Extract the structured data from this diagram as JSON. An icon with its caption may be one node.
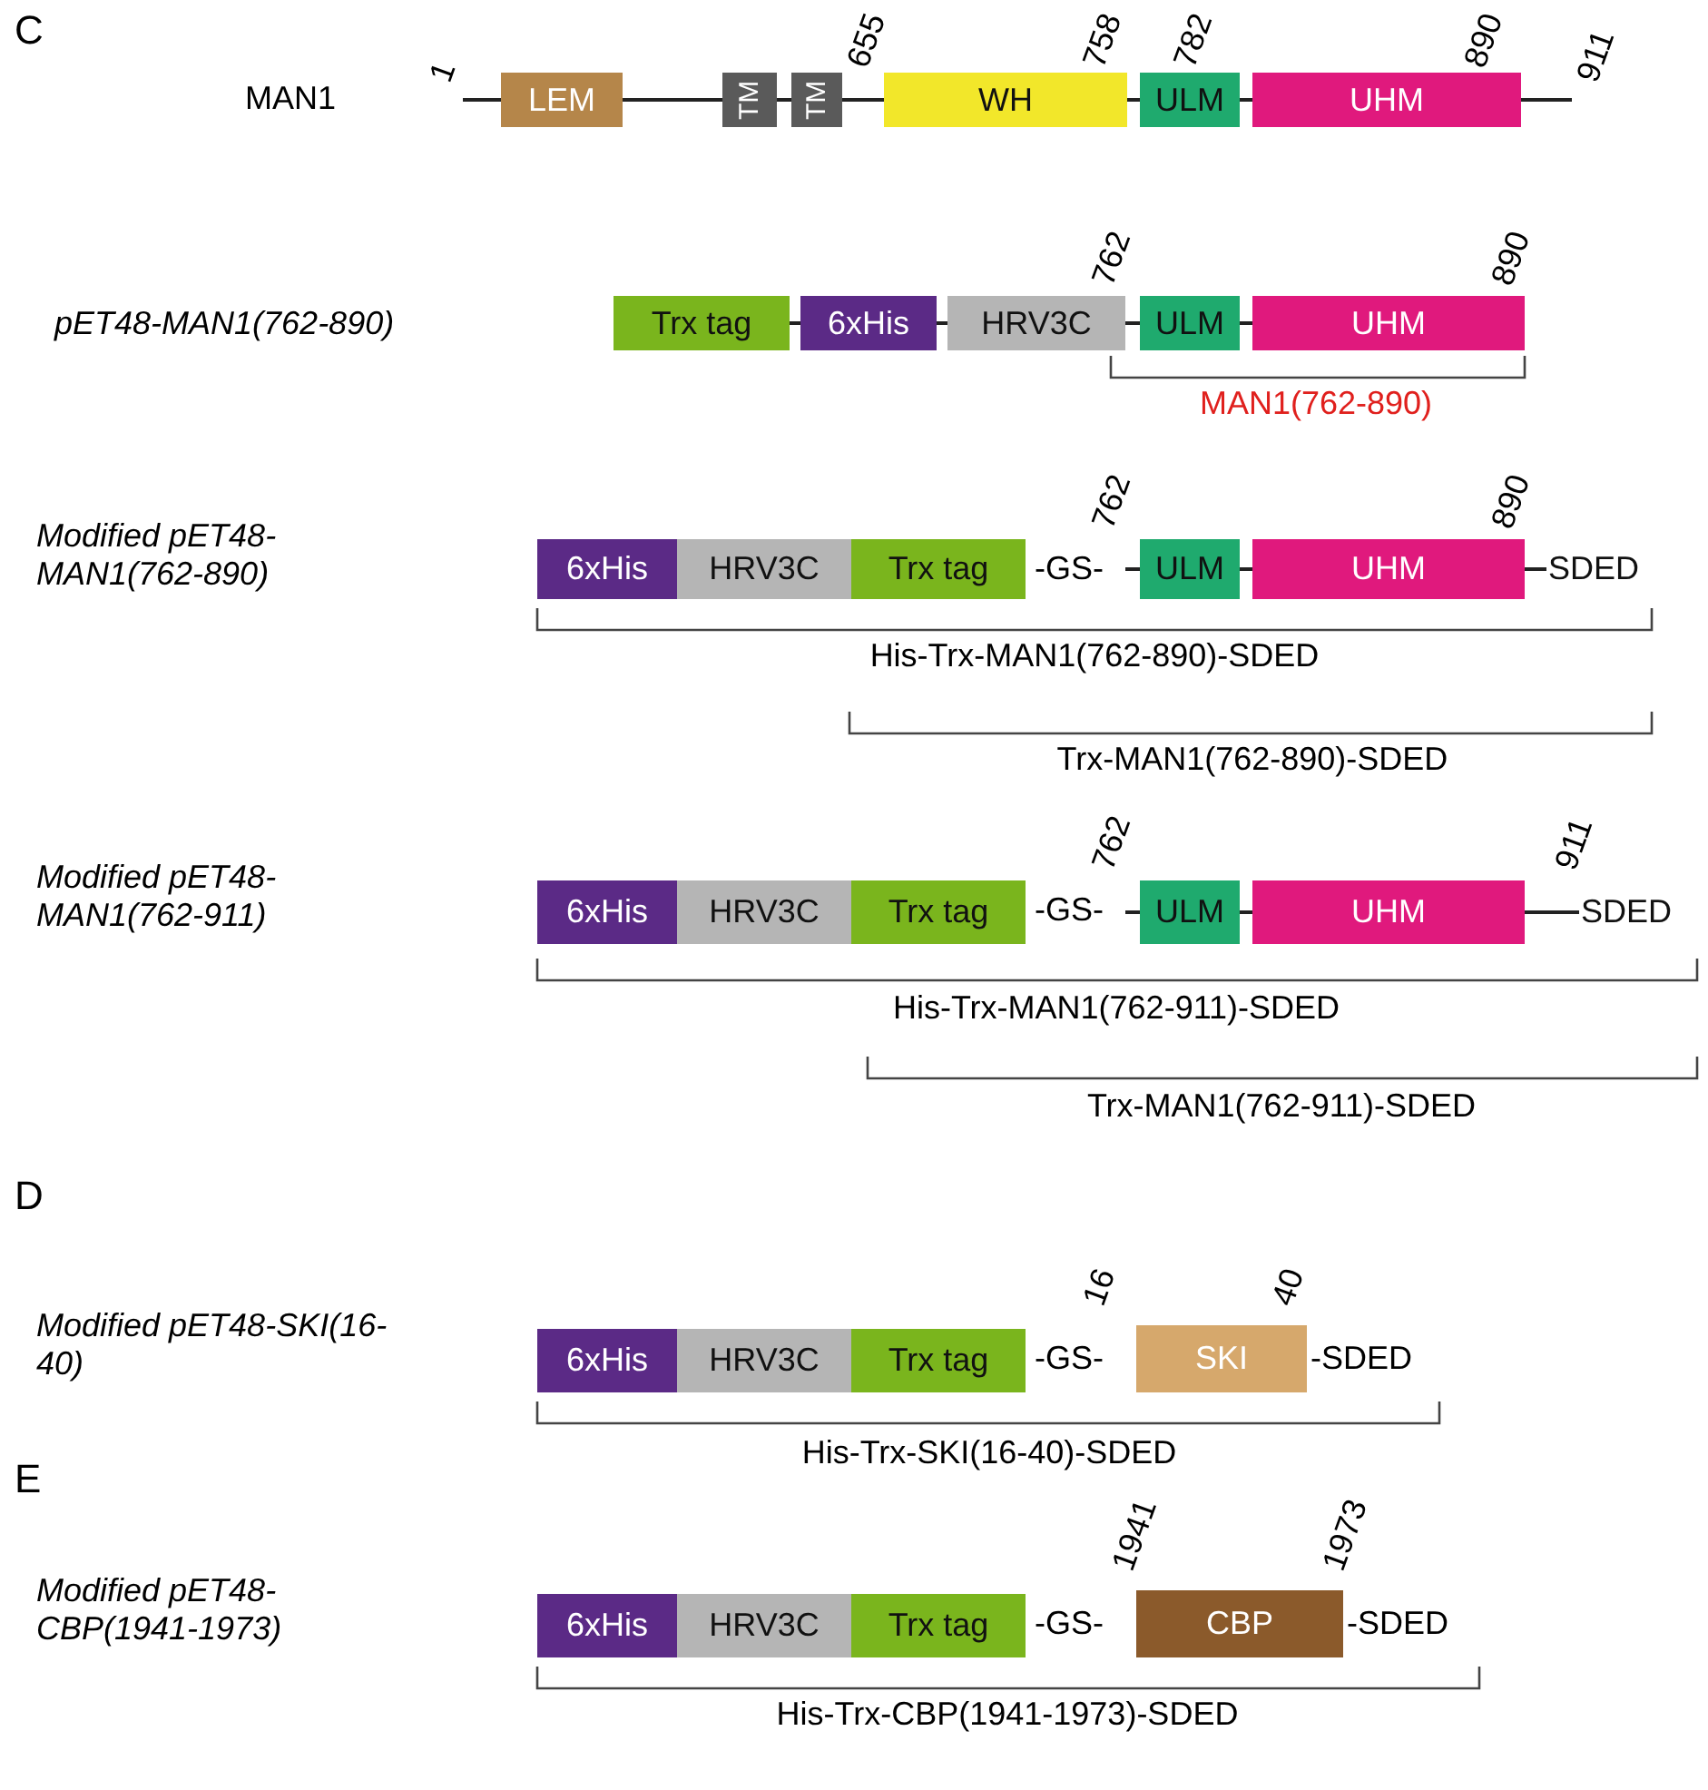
{
  "diagram": {
    "nodes": [
      {
        "text": [
          "LEM"
        ]
      },
      {
        "text": [
          "TM"
        ]
      },
      {
        "text": [
          "TM"
        ]
      },
      {
        "text": [
          "WH"
        ]
      },
      {
        "text": [
          "ULM"
        ]
      },
      {
        "text": [
          "UHM"
        ]
      },
      {
        "text": [
          "Trx tag"
        ]
      },
      {
        "text": [
          "6xHis"
        ]
      },
      {
        "text": [
          "HRV3C"
        ]
      },
      {
        "text": [
          "ULM"
        ]
      },
      {
        "text": [
          "UHM"
        ]
      },
      {
        "text": [
          "6xHis"
        ]
      },
      {
        "text": [
          "HRV3C"
        ]
      },
      {
        "text": [
          "Trx tag"
        ]
      },
      {
        "text": [
          "ULM"
        ]
      },
      {
        "text": [
          "UHM"
        ]
      },
      {
        "text": [
          "6xHis"
        ]
      },
      {
        "text": [
          "HRV3C"
        ]
      },
      {
        "text": [
          "Trx tag"
        ]
      },
      {
        "text": [
          "ULM"
        ]
      },
      {
        "text": [
          "UHM"
        ]
      },
      {
        "text": [
          "6xHis"
        ]
      },
      {
        "text": [
          "HRV3C"
        ]
      },
      {
        "text": [
          "Trx tag"
        ]
      },
      {
        "text": [
          "SKI"
        ]
      },
      {
        "text": [
          "6xHis"
        ]
      },
      {
        "text": [
          "HRV3C"
        ]
      },
      {
        "text": [
          "Trx tag"
        ]
      },
      {
        "text": [
          "CBP"
        ]
      },
      {
        "text": [
          "SDED"
        ]
      },
      {
        "text": [
          "SDED"
        ]
      }
    ],
    "edges": [
      {
        "from": null,
        "to": 0,
        "arrow": "none"
      },
      {
        "from": 0,
        "to": 1,
        "arrow": "none"
      },
      {
        "from": 1,
        "to": 2,
        "arrow": "none"
      },
      {
        "from": 2,
        "to": 3,
        "arrow": "none"
      },
      {
        "from": 3,
        "to": 4,
        "arrow": "none"
      },
      {
        "from": 4,
        "to": 5,
        "arrow": "none"
      },
      {
        "from": 5,
        "to": null,
        "arrow": "none"
      },
      {
        "from": 6,
        "to": 7,
        "arrow": "none"
      },
      {
        "from": 7,
        "to": 8,
        "arrow": "none"
      },
      {
        "from": 8,
        "to": 9,
        "arrow": "none"
      },
      {
        "from": 9,
        "to": 10,
        "arrow": "none"
      },
      {
        "from": null,
        "to": 14,
        "arrow": "none"
      },
      {
        "from": 14,
        "to": 15,
        "arrow": "none"
      },
      {
        "from": 15,
        "to": 29,
        "arrow": "none"
      },
      {
        "from": null,
        "to": 19,
        "arrow": "none"
      },
      {
        "from": 19,
        "to": 20,
        "arrow": "none"
      },
      {
        "from": 20,
        "to": 30,
        "arrow": "none"
      }
    ],
    "labels": [
      "C",
      "1",
      "655",
      "758",
      "782",
      "890",
      "911",
      "MAN1",
      "762",
      "890",
      "pET48-MAN1(762-890)",
      "MAN1(762-890)",
      "762",
      "890",
      "Modified pET48-MAN1(762-890)",
      "-GS-",
      "His-Trx-MAN1(762-890)-SDED",
      "Trx-MAN1(762-890)-SDED",
      "762",
      "911",
      "Modified pET48-MAN1(762-911)",
      "-GS-",
      "His-Trx-MAN1(762-911)-SDED",
      "Trx-MAN1(762-911)-SDED",
      "D",
      "16",
      "40",
      "Modified pET48-SKI(16-40)",
      "-GS-",
      "-SDED",
      "His-Trx-SKI(16-40)-SDED",
      "E",
      "1941",
      "1973",
      "Modified pET48-CBP(1941-1973)",
      "-GS-",
      "-SDED",
      "His-Trx-CBP(1941-1973)-SDED"
    ]
  }
}
